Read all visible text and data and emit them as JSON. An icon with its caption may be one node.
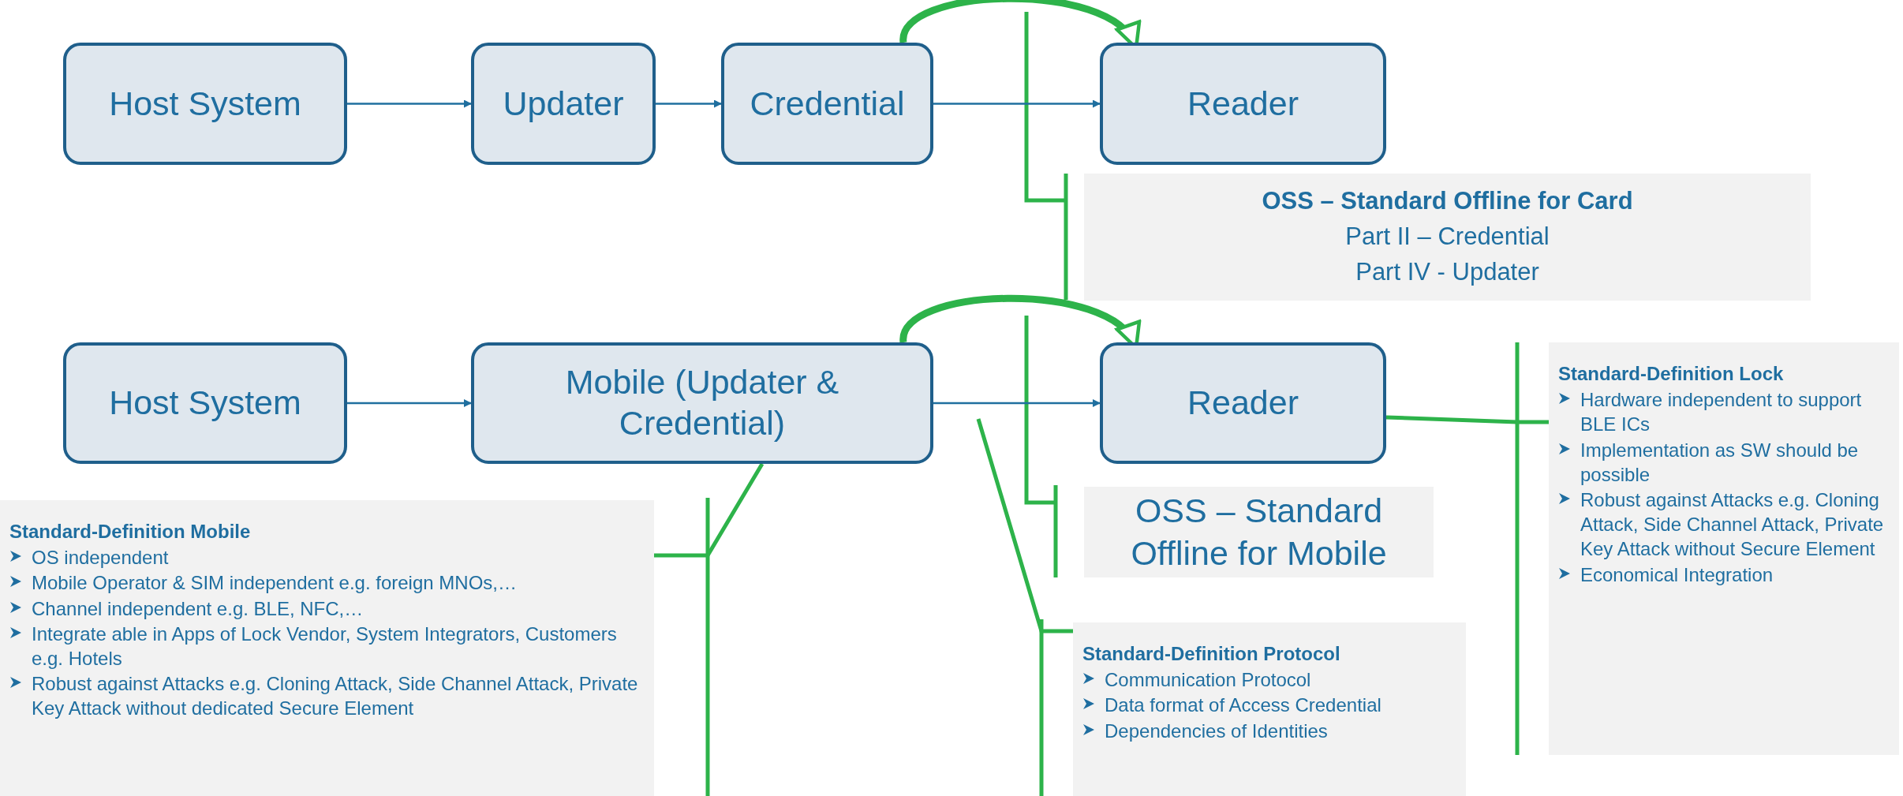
{
  "diagram": {
    "nodes": [
      {
        "text": [
          "Host System"
        ]
      },
      {
        "text": [
          "Updater"
        ]
      },
      {
        "text": [
          "Credential"
        ]
      },
      {
        "text": [
          "Reader"
        ]
      },
      {
        "text": [
          "OSS – Standard Offline for Card",
          "Part II – Credential",
          "Part IV - Updater"
        ]
      },
      {
        "text": [
          "Host System"
        ]
      },
      {
        "text": [
          "Mobile (Updater & Credential)"
        ]
      },
      {
        "text": [
          "Reader"
        ]
      },
      {
        "text": [
          "Standard-Definition Lock",
          "Hardware independent to support BLE ICs",
          "Implementation as SW should be possible",
          "Robust against Attacks e.g. Cloning Attack, Side Channel Attack, Private Key Attack without Secure Element",
          "Economical Integration"
        ]
      },
      {
        "text": [
          "OSS – Standard Offline for Mobile"
        ]
      },
      {
        "text": [
          "Standard-Definition Mobile",
          "OS independent",
          "Mobile Operator & SIM independent e.g. foreign MNOs,…",
          "Channel independent e.g. BLE, NFC,…",
          "Integrate able in Apps of Lock Vendor, System Integrators, Customers e.g. Hotels",
          "Robust against Attacks e.g. Cloning Attack, Side Channel Attack, Private Key Attack without dedicated Secure Element"
        ]
      },
      {
        "text": [
          "Standard-Definition Protocol",
          "Communication Protocol",
          "Data format of Access Credential",
          "Dependencies of Identities"
        ]
      }
    ],
    "edges": [
      {
        "from": 0,
        "to": 1,
        "arrow": "to"
      },
      {
        "from": 1,
        "to": 2,
        "arrow": "to"
      },
      {
        "from": 2,
        "to": 3,
        "arrow": "to"
      },
      {
        "from": 2,
        "to": 3,
        "arrow": "to",
        "style": "thick",
        "color": "#2db34a"
      },
      {
        "from": 5,
        "to": 6,
        "arrow": "to"
      },
      {
        "from": 6,
        "to": 7,
        "arrow": "to"
      },
      {
        "from": 6,
        "to": 7,
        "arrow": "to",
        "style": "thick",
        "color": "#2db34a"
      },
      {
        "from": 7,
        "to": 8,
        "arrow": "none",
        "color": "#2db34a"
      },
      {
        "from": 6,
        "to": 10,
        "arrow": "none",
        "color": "#2db34a"
      },
      {
        "from": null,
        "to": 11,
        "arrow": "none",
        "color": "#2db34a"
      }
    ]
  }
}
